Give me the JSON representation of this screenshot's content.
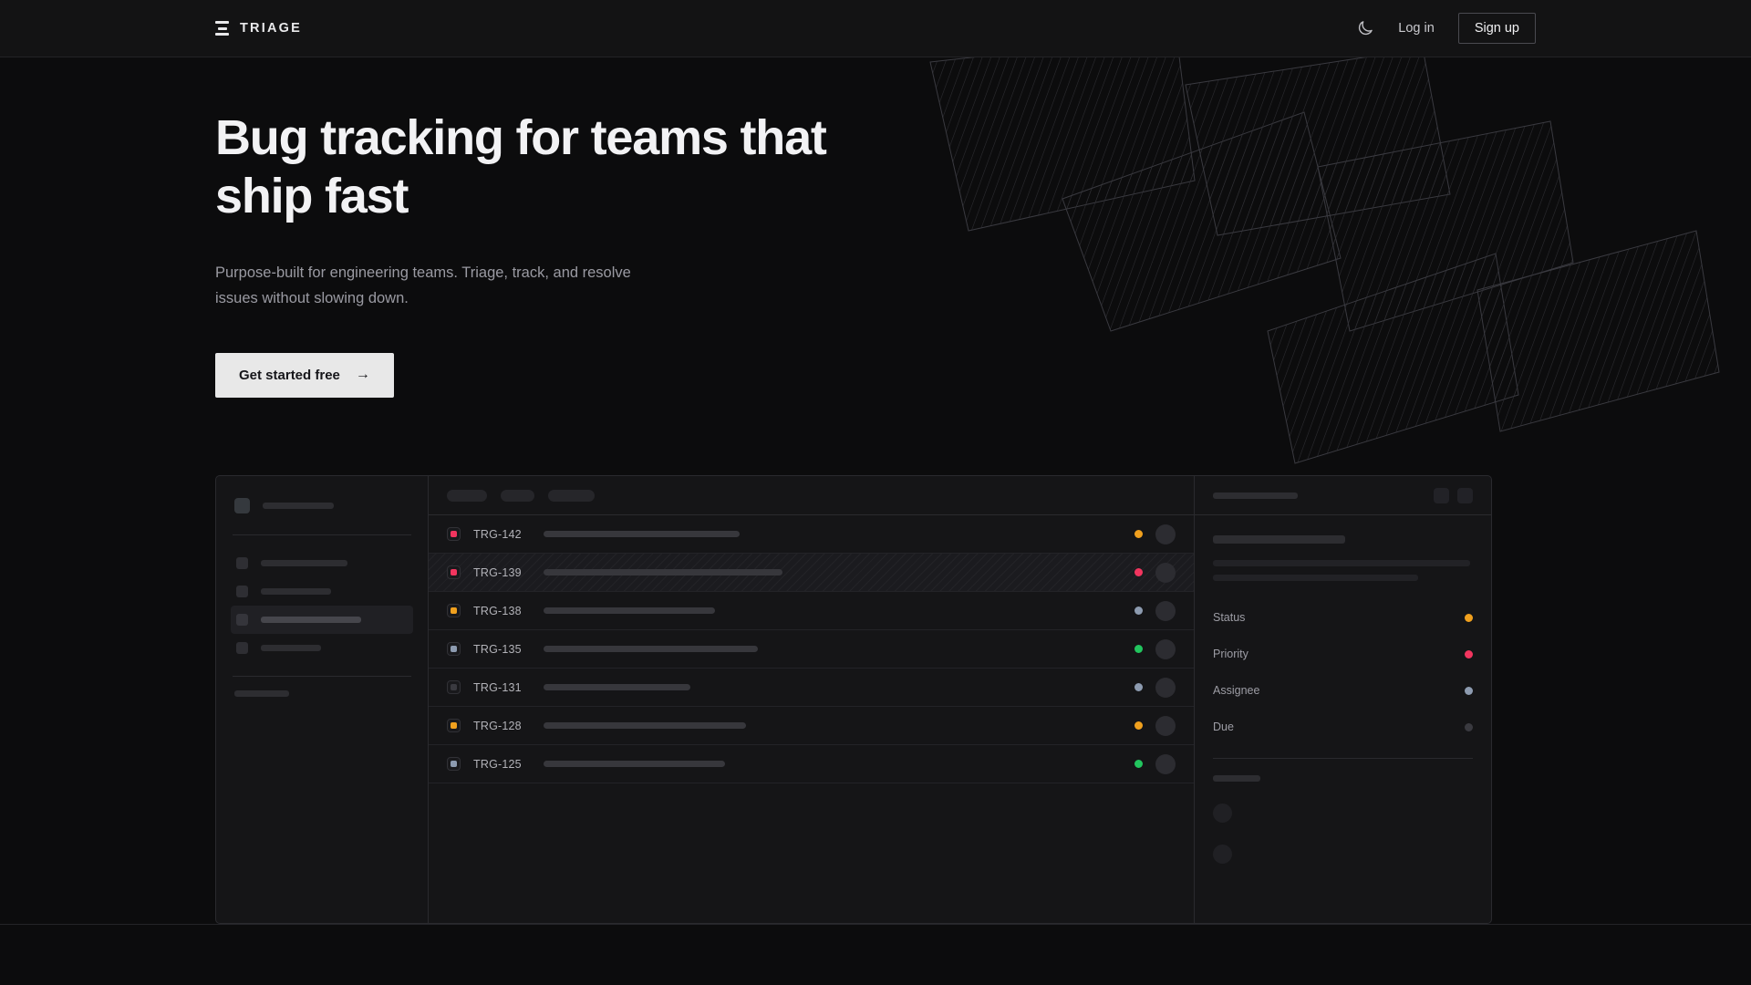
{
  "header": {
    "brand_name": "TRIAGE",
    "logo_icon": "stacked-bars-icon",
    "theme_toggle_icon": "moon-icon",
    "login_label": "Log in",
    "signup_label": "Sign up"
  },
  "hero": {
    "headline": "Bug tracking for teams that ship fast",
    "subhead": "Purpose-built for engineering teams. Triage, track, and resolve issues without slowing down.",
    "cta_label": "Get started free",
    "cta_arrow": "→"
  },
  "colors": {
    "page_bg": "#0c0c0d",
    "header_bg": "#131314",
    "panel_bg": "#151517",
    "border": "#2a2a2e",
    "text_primary": "#f2f2f4",
    "text_muted": "#9a9aa2",
    "cta_bg": "#e8e8e8",
    "amber": "#f0a01e",
    "rose": "#f2355f",
    "slate": "#8d9bb0",
    "green": "#22c55e",
    "dim": "#3a3a40"
  },
  "mockup": {
    "sidebar": {
      "logo_placeholder_width": 78,
      "items": [
        {
          "name": "nav-item-1",
          "width": 95,
          "active": false
        },
        {
          "name": "nav-item-2",
          "width": 77,
          "active": false
        },
        {
          "name": "nav-item-3",
          "width": 110,
          "active": true
        },
        {
          "name": "nav-item-4",
          "width": 66,
          "active": false
        }
      ],
      "section_label_width": 60,
      "mini_items": 3
    },
    "list": {
      "filter_pills": [
        44,
        37,
        51
      ],
      "rows": [
        {
          "id": "TRG-142",
          "priority": "rose",
          "title_width": 215,
          "status": "amber",
          "hatched": false
        },
        {
          "id": "TRG-139",
          "priority": "rose",
          "title_width": 262,
          "status": "rose",
          "hatched": true
        },
        {
          "id": "TRG-138",
          "priority": "amber",
          "title_width": 188,
          "status": "slate",
          "hatched": false
        },
        {
          "id": "TRG-135",
          "priority": "slate",
          "title_width": 235,
          "status": "green",
          "hatched": false
        },
        {
          "id": "TRG-131",
          "priority": "dim",
          "title_width": 161,
          "status": "slate",
          "hatched": false
        },
        {
          "id": "TRG-128",
          "priority": "amber",
          "title_width": 222,
          "status": "amber",
          "hatched": false
        },
        {
          "id": "TRG-125",
          "priority": "slate",
          "title_width": 199,
          "status": "green",
          "hatched": false
        }
      ]
    },
    "detail": {
      "title_placeholder_width": 93,
      "header_buttons": 2,
      "body_title_width": 145,
      "body_lines": [
        282,
        225
      ],
      "meta": [
        {
          "label": "Status",
          "color": "amber"
        },
        {
          "label": "Priority",
          "color": "rose"
        },
        {
          "label": "Assignee",
          "color": "slate"
        },
        {
          "label": "Due",
          "color": "dim"
        }
      ],
      "comments_label_width": 52,
      "comment_count": 2
    }
  }
}
